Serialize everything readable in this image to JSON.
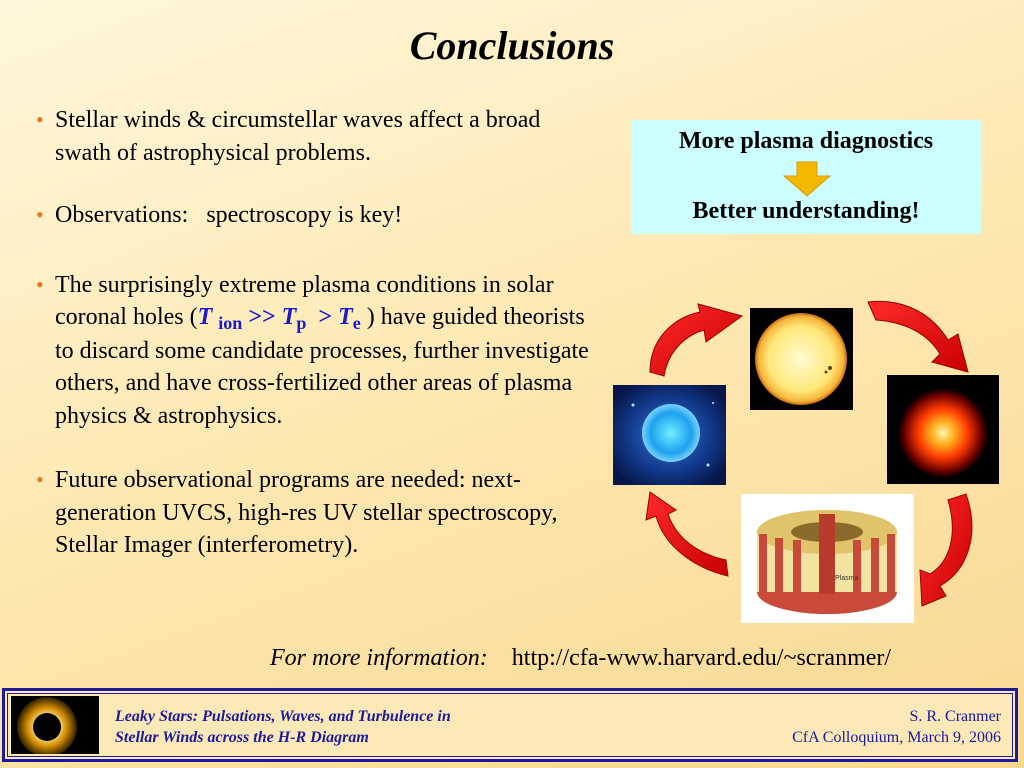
{
  "slide": {
    "title": "Conclusions"
  },
  "bullets": {
    "b1": "Stellar winds & circumstellar waves affect a broad swath of astrophysical problems.",
    "b2": "Observations:   spectroscopy is key!",
    "b3": {
      "before": "The surprisingly extreme plasma conditions in solar coronal holes (",
      "t1": "T",
      "t1_sub": "ion",
      "gtgt": ">>",
      "t2": "T",
      "t2_sub": "p",
      "gt": ">",
      "t3": "T",
      "t3_sub": "e",
      "after": ") have guided theorists to discard some candidate processes, further investigate others, and have cross-fertilized other areas of plasma physics & astrophysics."
    },
    "b4": "Future observational programs are needed: next-generation UVCS,  high-res UV stellar spectroscopy, Stellar Imager (interferometry)."
  },
  "diagnostics": {
    "top": "More plasma diagnostics",
    "bottom": "Better understanding!",
    "arrow_color": "#f2b900"
  },
  "cycle": {
    "images": [
      "sun-photo",
      "stellar-glow",
      "blue-star",
      "tokamak"
    ],
    "tokamak_label": "Plasma",
    "arrow_color": "#e60000"
  },
  "more_info": {
    "label": "For more information:",
    "url": "http://cfa-www.harvard.edu/~scranmer/"
  },
  "footer": {
    "title_line1": "Leaky Stars:  Pulsations, Waves, and Turbulence in",
    "title_line2": "Stellar Winds across the H-R Diagram",
    "author": "S. R. Cranmer",
    "event": "CfA Colloquium,  March 9, 2006"
  }
}
